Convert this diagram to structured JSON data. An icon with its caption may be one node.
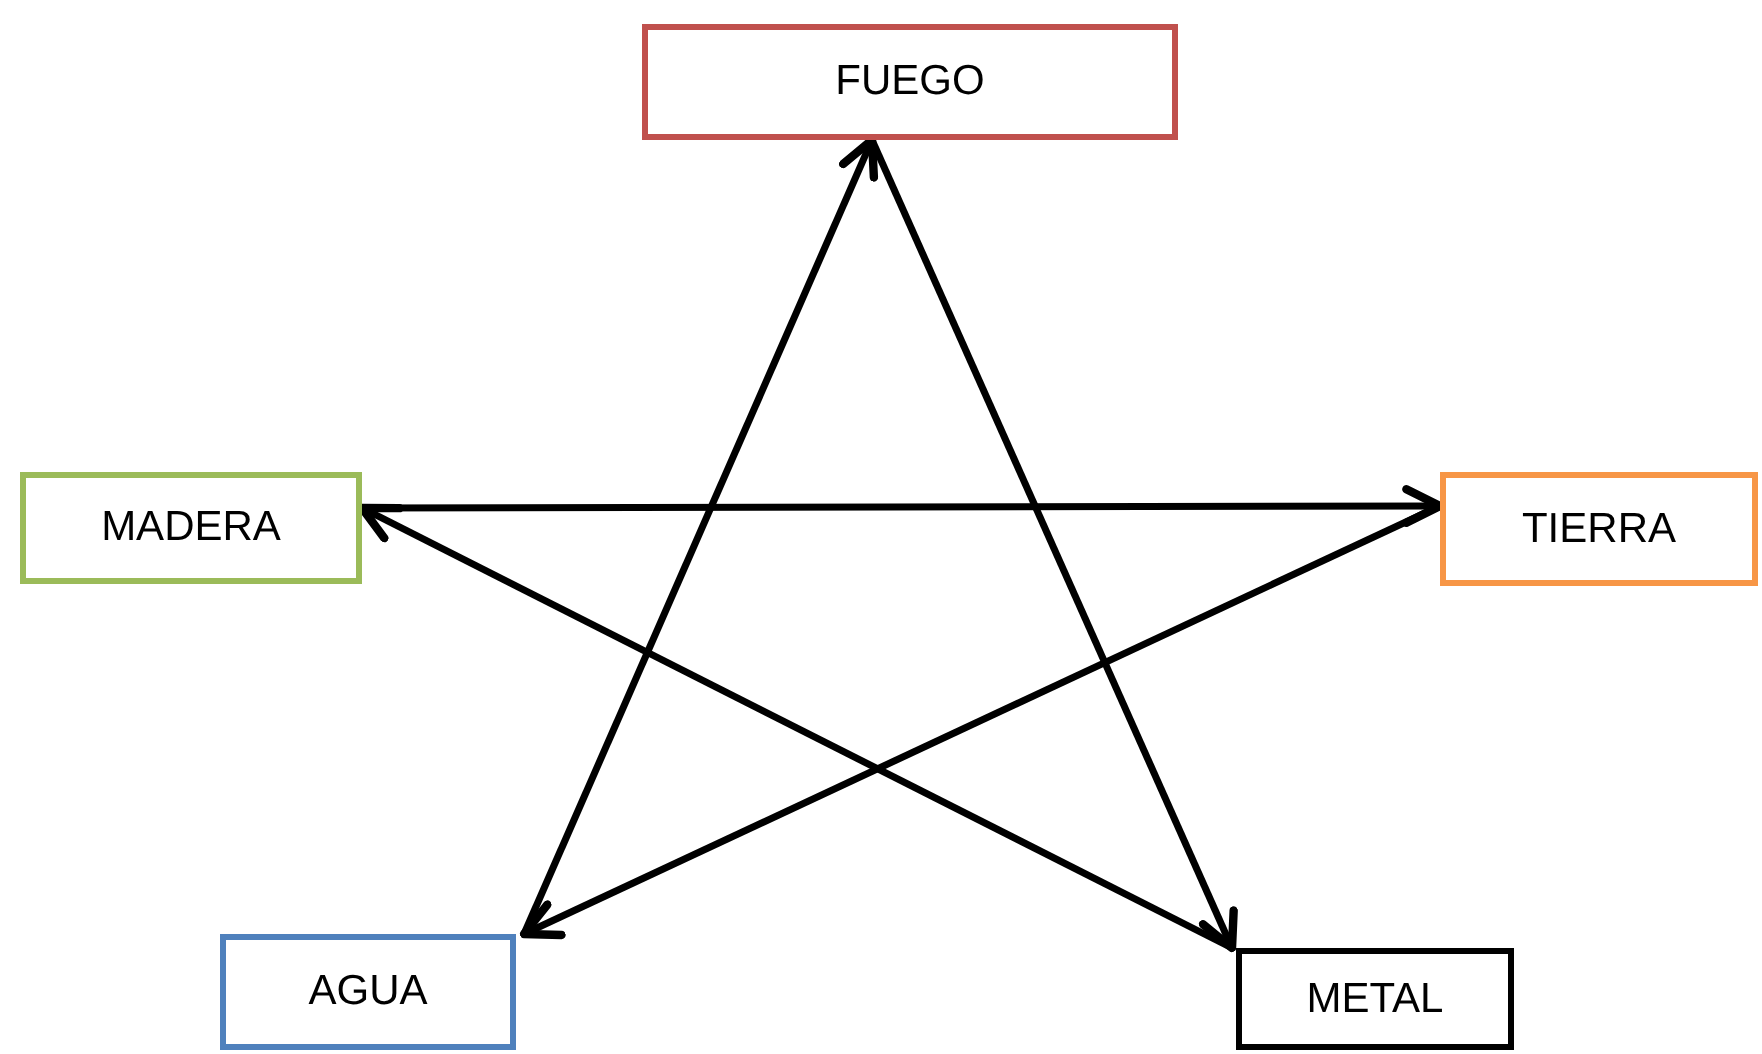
{
  "diagram": {
    "nodes": [
      {
        "text": [
          "FUEGO"
        ]
      },
      {
        "text": [
          "MADERA"
        ]
      },
      {
        "text": [
          "TIERRA"
        ]
      },
      {
        "text": [
          "AGUA"
        ]
      },
      {
        "text": [
          "METAL"
        ]
      }
    ],
    "edges": [
      {
        "from": 1,
        "to": 2,
        "arrow": "to"
      },
      {
        "from": 2,
        "to": 3,
        "arrow": "to"
      },
      {
        "from": 3,
        "to": 0,
        "arrow": "to"
      },
      {
        "from": 0,
        "to": 4,
        "arrow": "to"
      },
      {
        "from": 4,
        "to": 1,
        "arrow": "to"
      }
    ]
  }
}
